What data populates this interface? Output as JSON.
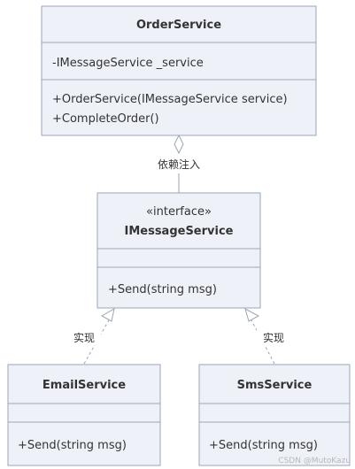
{
  "classes": {
    "order_service": {
      "name": "OrderService",
      "fields": [
        "-IMessageService _service"
      ],
      "methods": [
        "+OrderService(IMessageService service)",
        "+CompleteOrder()"
      ]
    },
    "imessage_service": {
      "stereotype": "«interface»",
      "name": "IMessageService",
      "methods": [
        "+Send(string msg)"
      ]
    },
    "email_service": {
      "name": "EmailService",
      "methods": [
        "+Send(string msg)"
      ]
    },
    "sms_service": {
      "name": "SmsService",
      "methods": [
        "+Send(string msg)"
      ]
    }
  },
  "relations": {
    "dependency_injection": "依赖注入",
    "implements_left": "实现",
    "implements_right": "实现"
  },
  "watermark": "CSDN @MutoKazu",
  "colors": {
    "box_fill": "#eef2f8",
    "box_stroke": "#9aa6b8",
    "text": "#333333"
  }
}
